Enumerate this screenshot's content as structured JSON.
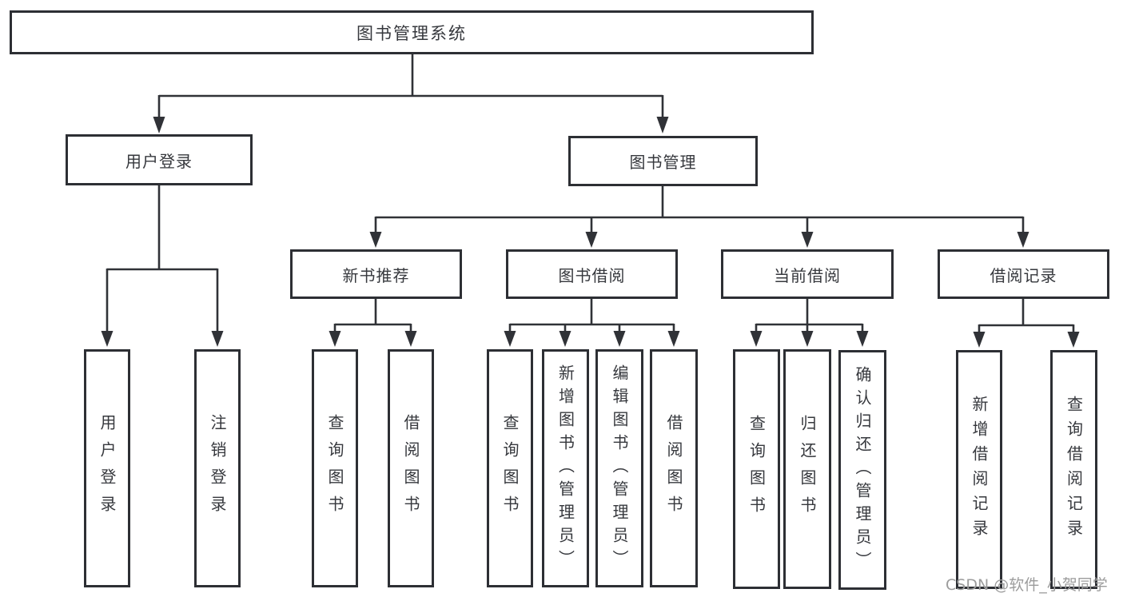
{
  "watermark": "CSDN @软件_小贺同学",
  "colors": {
    "line": "#303237",
    "border": "#2d2f34",
    "text": "#36383d",
    "watermark_text": "#9c9c9c",
    "box_background": "#ffffff"
  },
  "tree": {
    "root": {
      "label": "图书管理系统"
    },
    "branches": [
      {
        "label": "用户登录",
        "leaves": [
          {
            "label": "用户登录"
          },
          {
            "label": "注销登录"
          }
        ]
      },
      {
        "label": "图书管理",
        "groups": [
          {
            "label": "新书推荐",
            "leaves": [
              {
                "label": "查询图书"
              },
              {
                "label": "借阅图书"
              }
            ]
          },
          {
            "label": "图书借阅",
            "leaves": [
              {
                "label": "查询图书"
              },
              {
                "label": "新增图书（管理员）"
              },
              {
                "label": "编辑图书（管理员）"
              },
              {
                "label": "借阅图书"
              }
            ]
          },
          {
            "label": "当前借阅",
            "leaves": [
              {
                "label": "查询图书"
              },
              {
                "label": "归还图书"
              },
              {
                "label": "确认归还（管理员）"
              }
            ]
          },
          {
            "label": "借阅记录",
            "leaves": [
              {
                "label": "新增借阅记录"
              },
              {
                "label": "查询借阅记录"
              }
            ]
          }
        ]
      }
    ]
  }
}
